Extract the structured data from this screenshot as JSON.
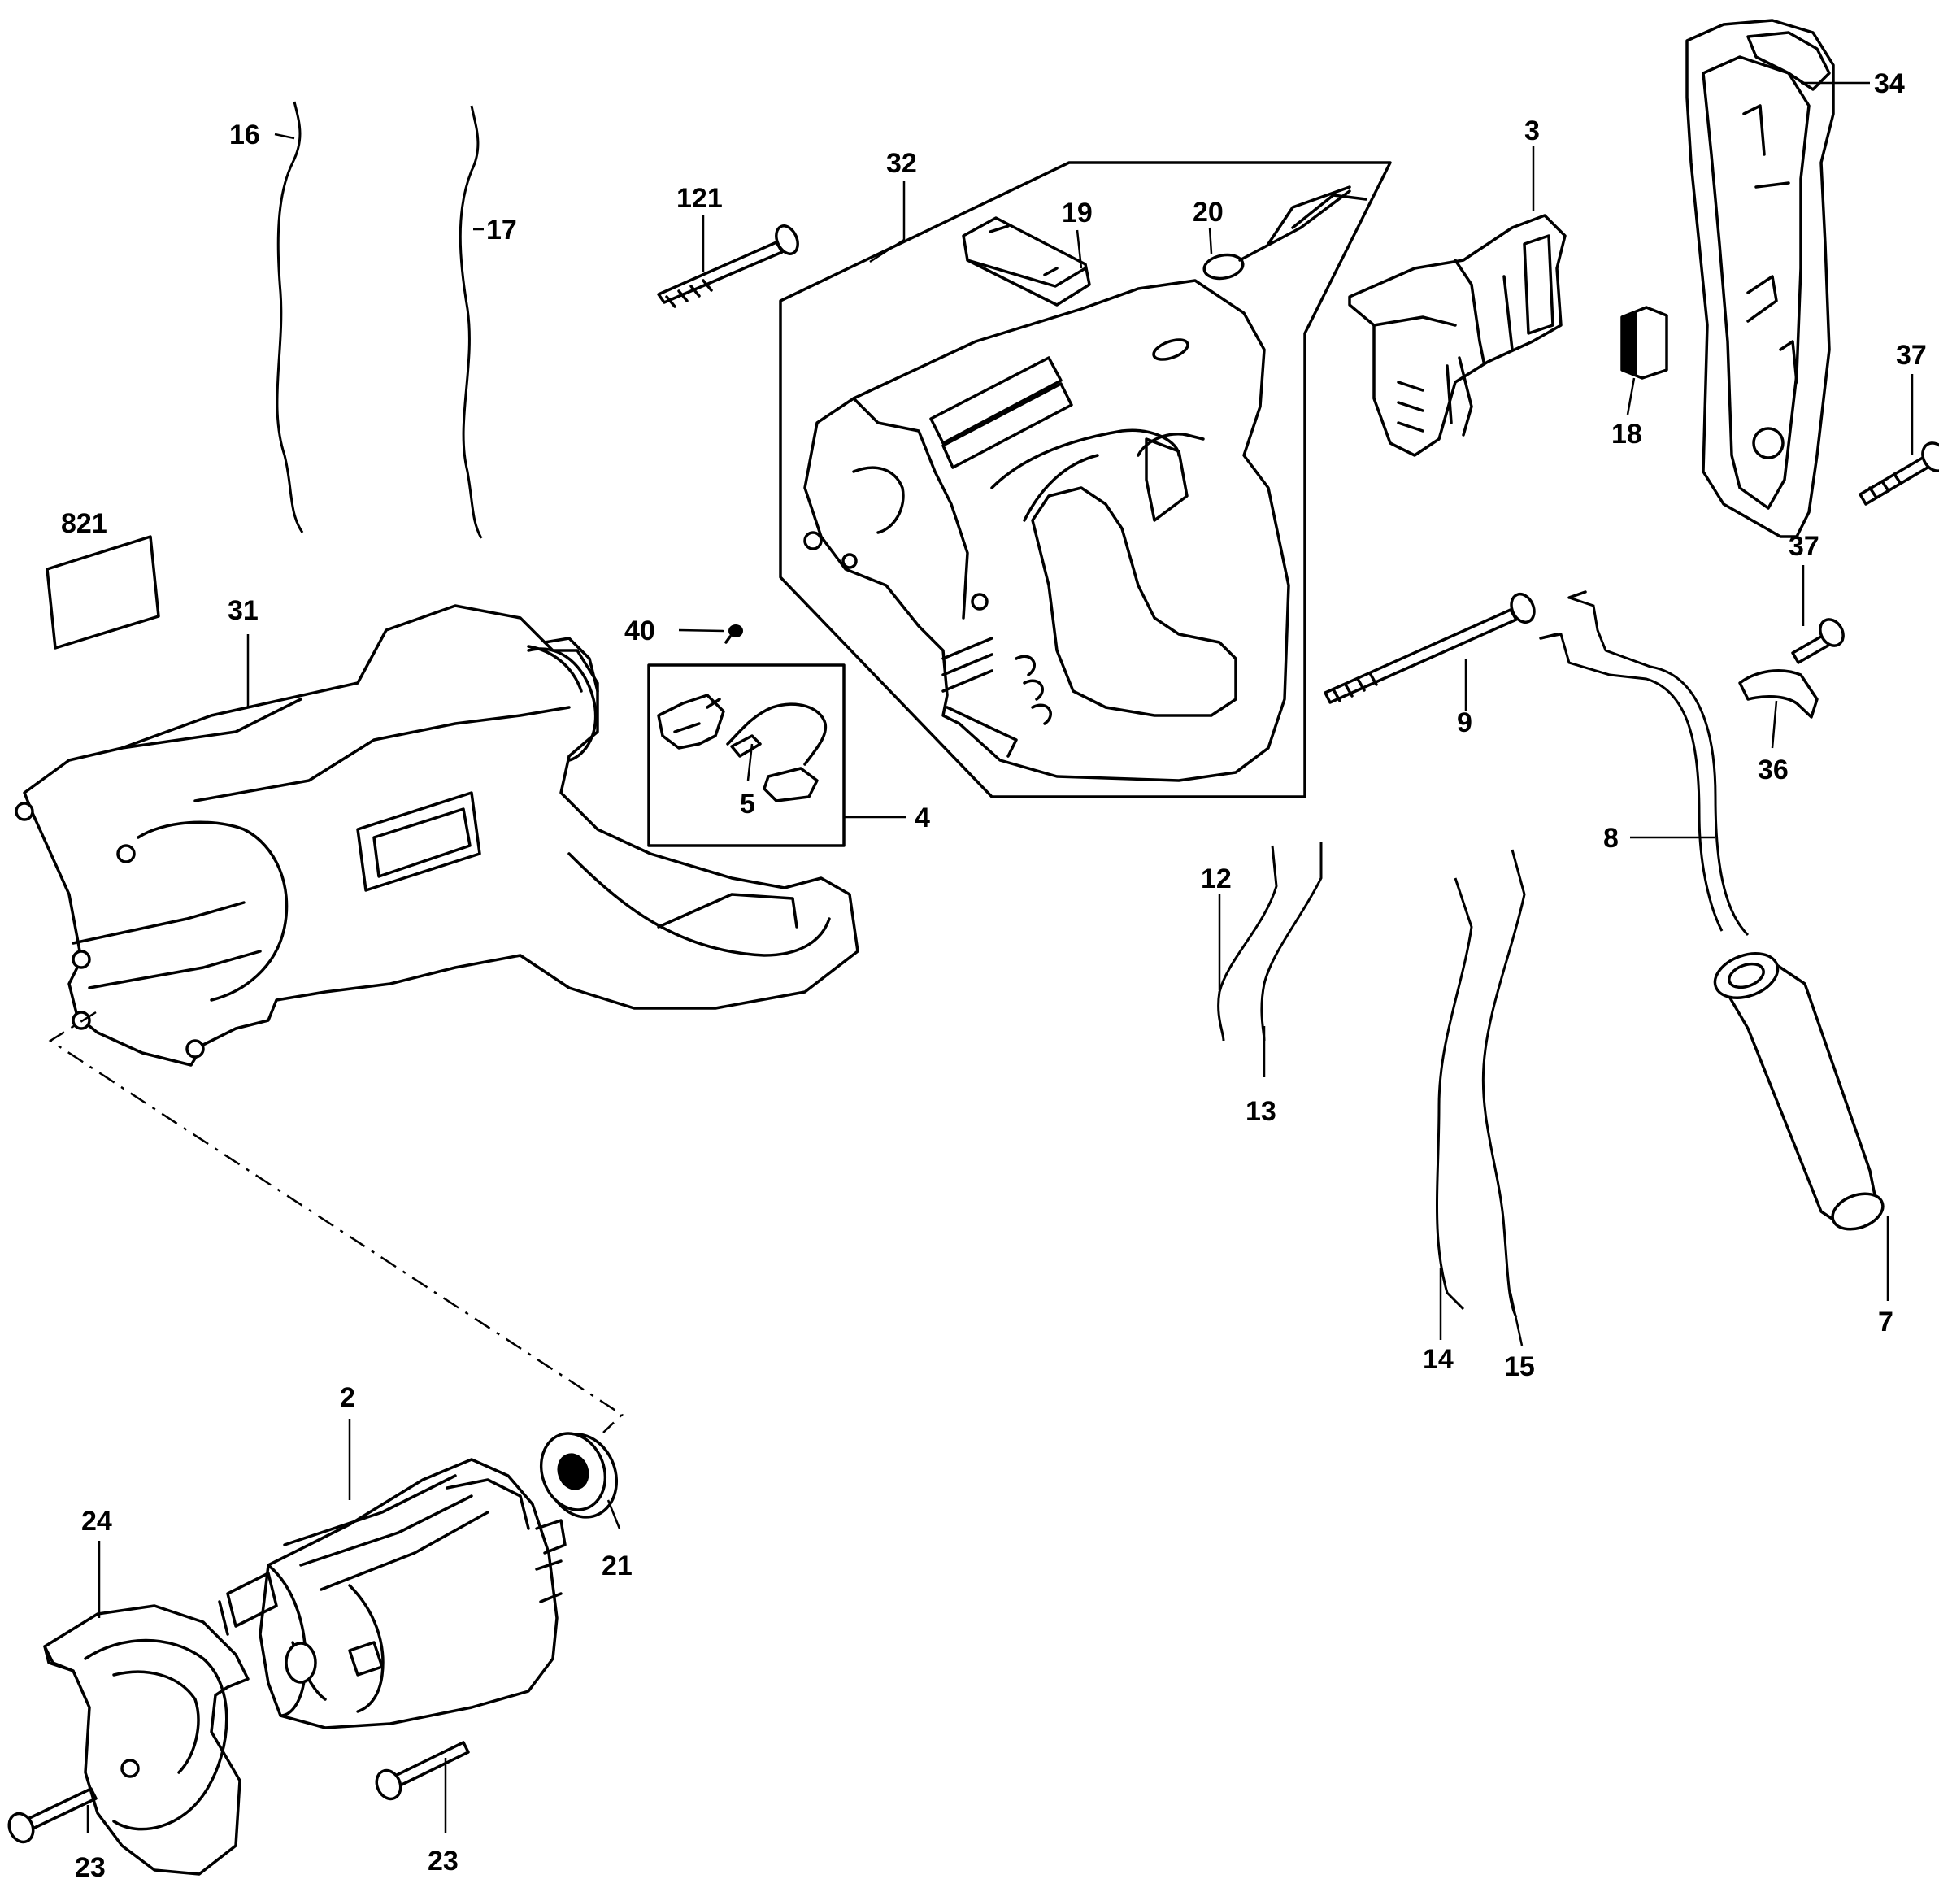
{
  "callouts": {
    "c16": "16",
    "c17": "17",
    "c121": "121",
    "c32": "32",
    "c19": "19",
    "c20": "20",
    "c3": "3",
    "c34": "34",
    "c37a": "37",
    "c37b": "37",
    "c18": "18",
    "c821": "821",
    "c31": "31",
    "c40": "40",
    "c5": "5",
    "c4": "4",
    "c9": "9",
    "c36": "36",
    "c8": "8",
    "c12": "12",
    "c13": "13",
    "c14": "14",
    "c15": "15",
    "c7": "7",
    "c2": "2",
    "c24": "24",
    "c21": "21",
    "c23a": "23",
    "c23b": "23"
  }
}
